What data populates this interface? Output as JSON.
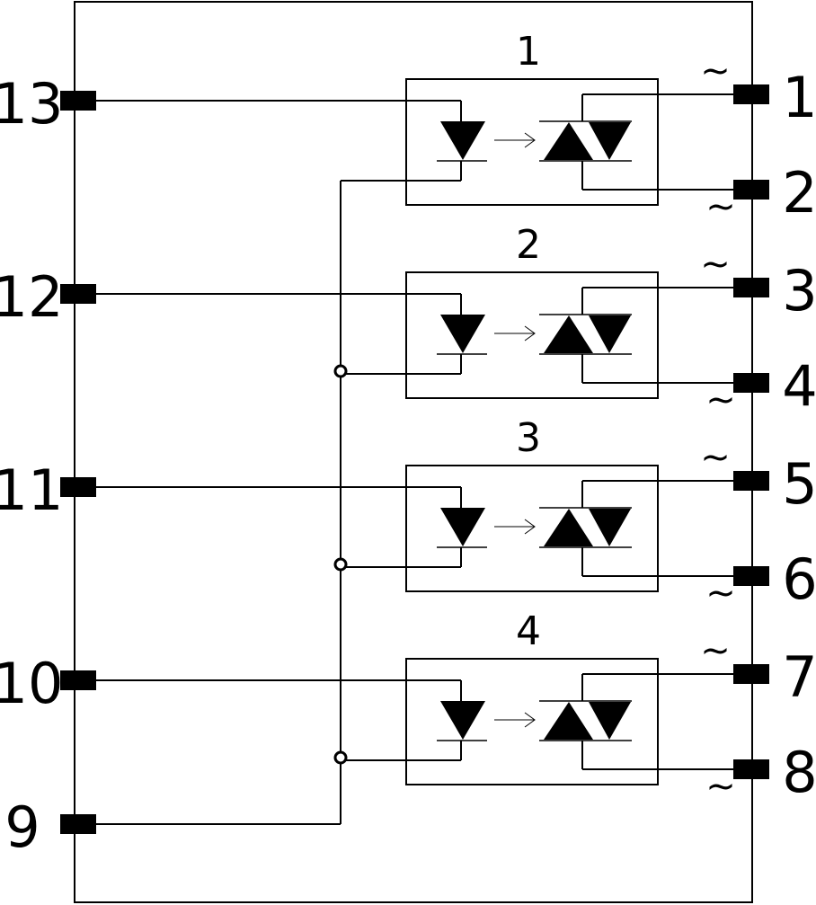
{
  "diagram": {
    "left_pins": [
      {
        "label": "13",
        "channel": 1,
        "role": "anode"
      },
      {
        "label": "12",
        "channel": 2,
        "role": "anode"
      },
      {
        "label": "11",
        "channel": 3,
        "role": "anode"
      },
      {
        "label": "10",
        "channel": 4,
        "role": "anode"
      },
      {
        "label": "9",
        "role": "common-cathode"
      }
    ],
    "channels": [
      {
        "label": "1",
        "out_a": "1",
        "out_b": "2",
        "ac_a": "~",
        "ac_b": "~"
      },
      {
        "label": "2",
        "out_a": "3",
        "out_b": "4",
        "ac_a": "~",
        "ac_b": "~"
      },
      {
        "label": "3",
        "out_a": "5",
        "out_b": "6",
        "ac_a": "~",
        "ac_b": "~"
      },
      {
        "label": "4",
        "out_a": "7",
        "out_b": "8",
        "ac_a": "~",
        "ac_b": "~"
      }
    ],
    "colors": {
      "ink": "#000000",
      "background": "#ffffff"
    }
  }
}
